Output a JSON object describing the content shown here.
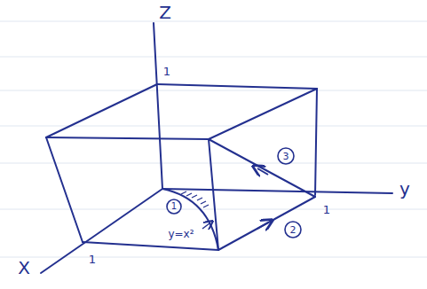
{
  "diagram": {
    "labels": [
      "Z",
      "1",
      "y",
      "1",
      "X",
      "1",
      "y=x²",
      "1",
      "2",
      "3"
    ]
  }
}
